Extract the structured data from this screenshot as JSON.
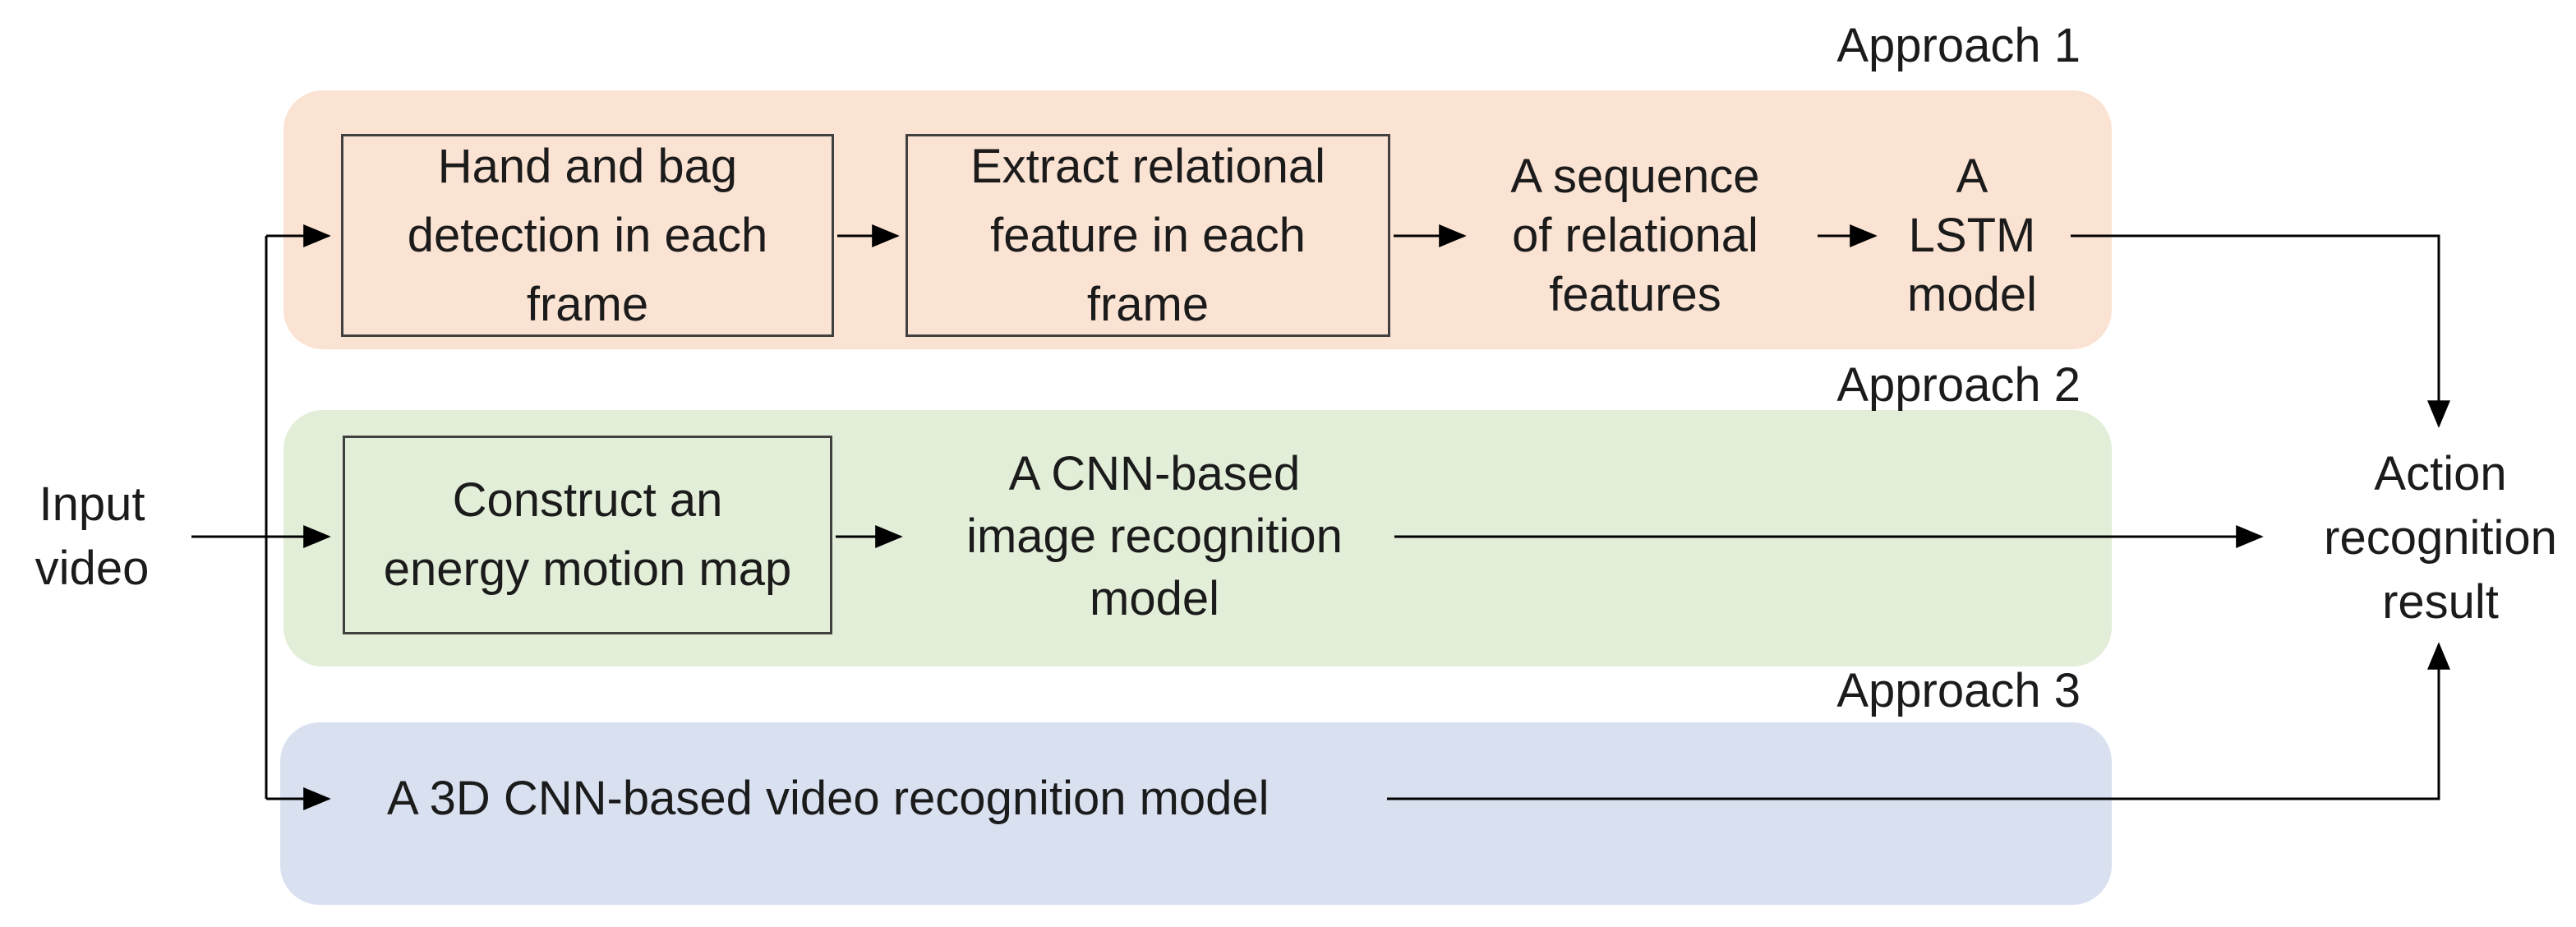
{
  "diagram": {
    "input": {
      "label": "Input\nvideo"
    },
    "output": {
      "label": "Action\nrecognition\nresult"
    },
    "approaches": [
      {
        "label": "Approach 1",
        "panel_color": "#fbe3d3",
        "steps": [
          {
            "type": "box",
            "text": "Hand and bag\ndetection in each\nframe"
          },
          {
            "type": "box",
            "text": "Extract relational\nfeature in each\nframe"
          },
          {
            "type": "text",
            "text": "A sequence\nof relational\nfeatures"
          },
          {
            "type": "text",
            "text": "A\nLSTM\nmodel"
          }
        ]
      },
      {
        "label": "Approach 2",
        "panel_color": "#e2eed8",
        "steps": [
          {
            "type": "box",
            "text": "Construct an\nenergy motion map"
          },
          {
            "type": "text",
            "text": "A CNN-based\nimage recognition\nmodel"
          }
        ]
      },
      {
        "label": "Approach 3",
        "panel_color": "#d9e1f1",
        "steps": [
          {
            "type": "text",
            "text": "A 3D CNN-based video recognition model"
          }
        ]
      }
    ],
    "colors": {
      "background": "#ffffff",
      "approach1_fill": "#fbe3d3",
      "approach2_fill": "#e2eed8",
      "approach3_fill": "#d9e1f1",
      "box_border": "#404040",
      "arrow": "#000000",
      "text": "#1b1b1b"
    }
  }
}
